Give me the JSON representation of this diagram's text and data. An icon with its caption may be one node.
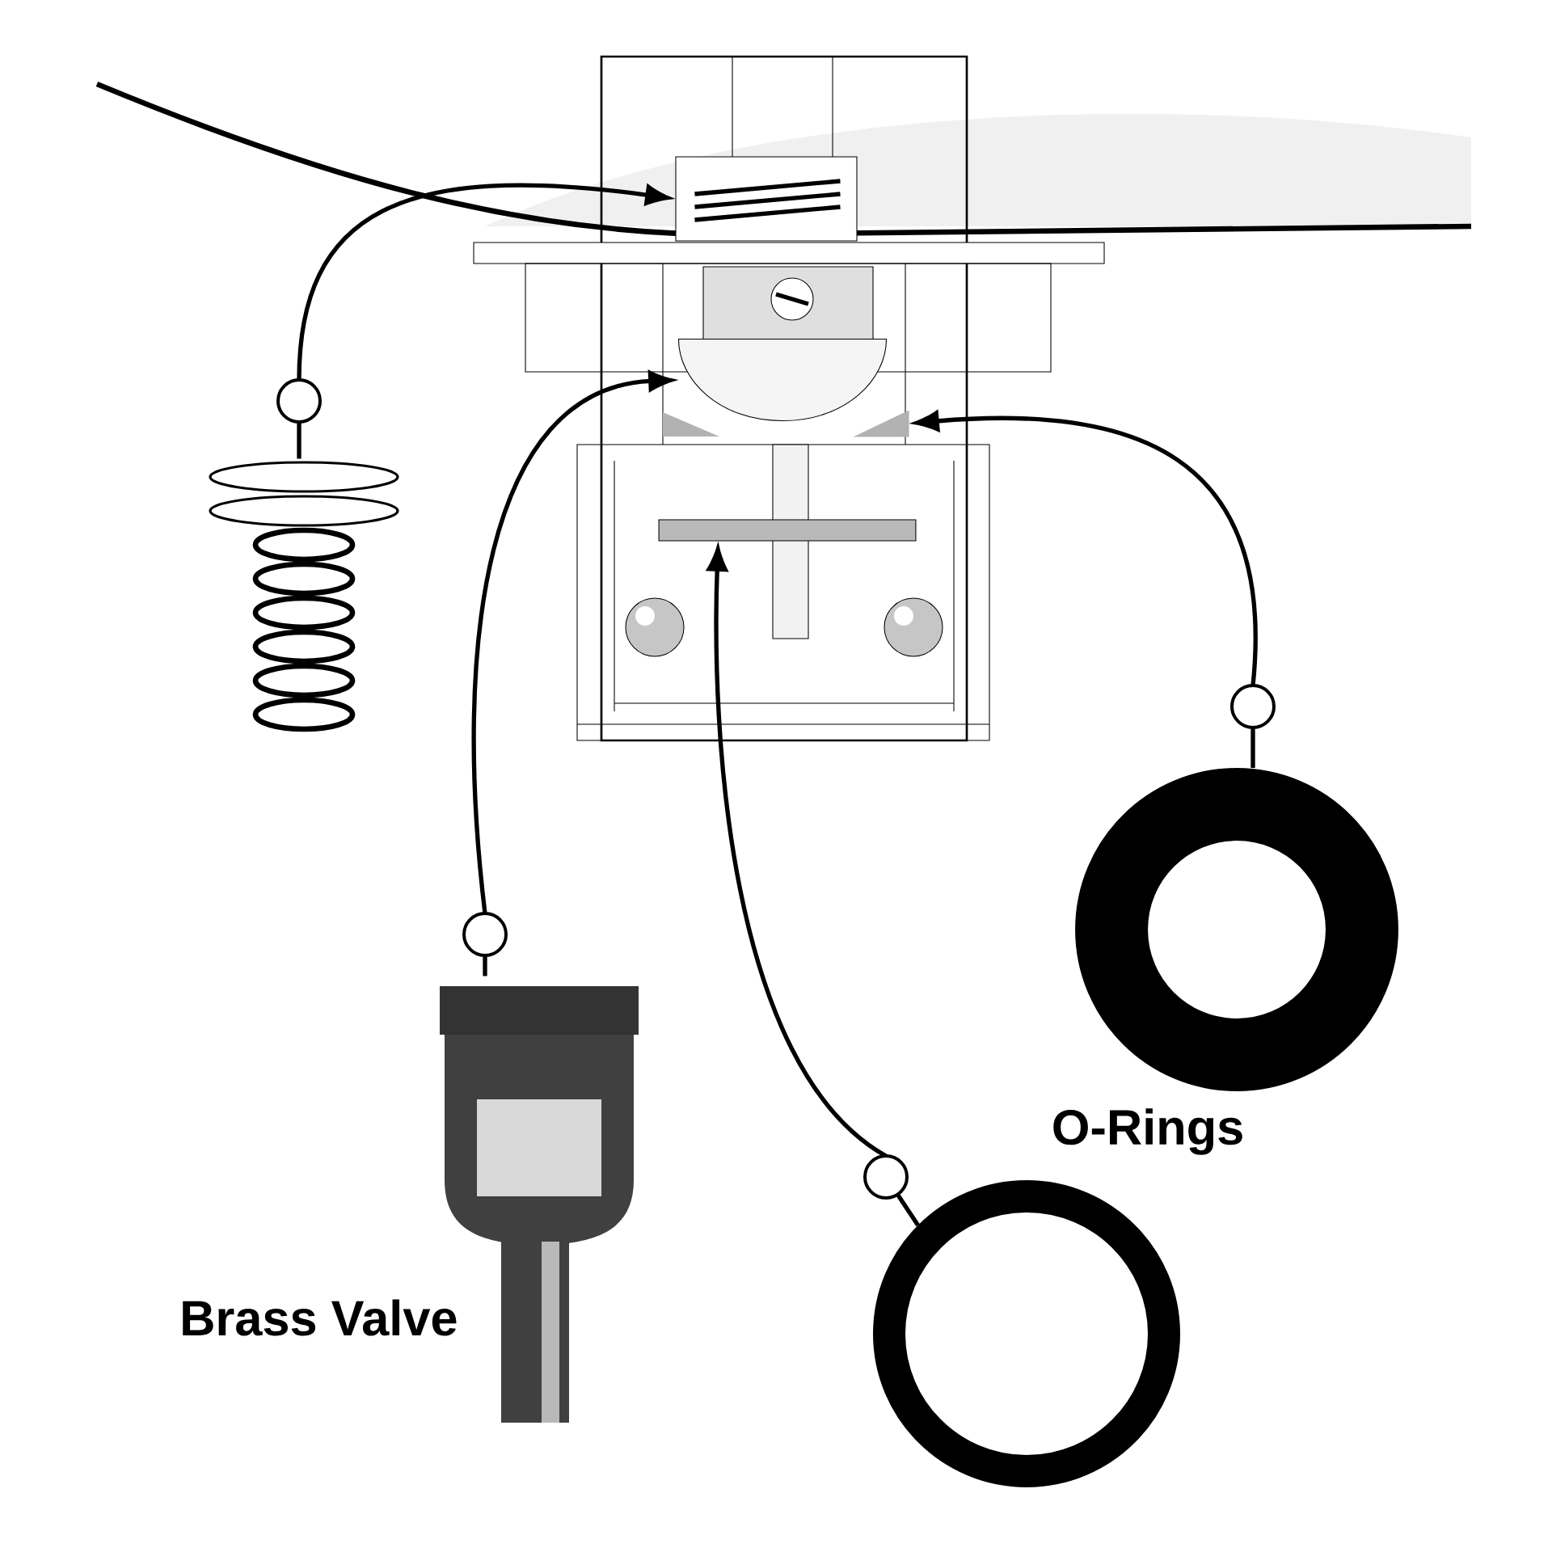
{
  "diagram": {
    "nodes": [
      {
        "text": [],
        "shape": "picture"
      },
      {
        "text": [],
        "shape": "box",
        "in": 0
      },
      {
        "text": [],
        "shape": "bowl",
        "in": 0
      },
      {
        "text": [],
        "shape": "triangle",
        "in": 0
      },
      {
        "text": [],
        "shape": "bar",
        "in": 0
      },
      {
        "text": [],
        "shape": "picture"
      },
      {
        "text": [],
        "shape": "picture",
        "beside": [
          "Brass Valve"
        ]
      },
      {
        "text": [],
        "shape": "circle"
      },
      {
        "text": [],
        "shape": "circle"
      }
    ],
    "edges": [
      {
        "from": 5,
        "to": 1,
        "arrow": "to"
      },
      {
        "from": 6,
        "to": 2,
        "arrow": "to"
      },
      {
        "from": 7,
        "to": 3,
        "arrow": "to"
      },
      {
        "from": 8,
        "to": 4,
        "arrow": "to"
      }
    ],
    "labels": [
      "O-Rings"
    ]
  }
}
